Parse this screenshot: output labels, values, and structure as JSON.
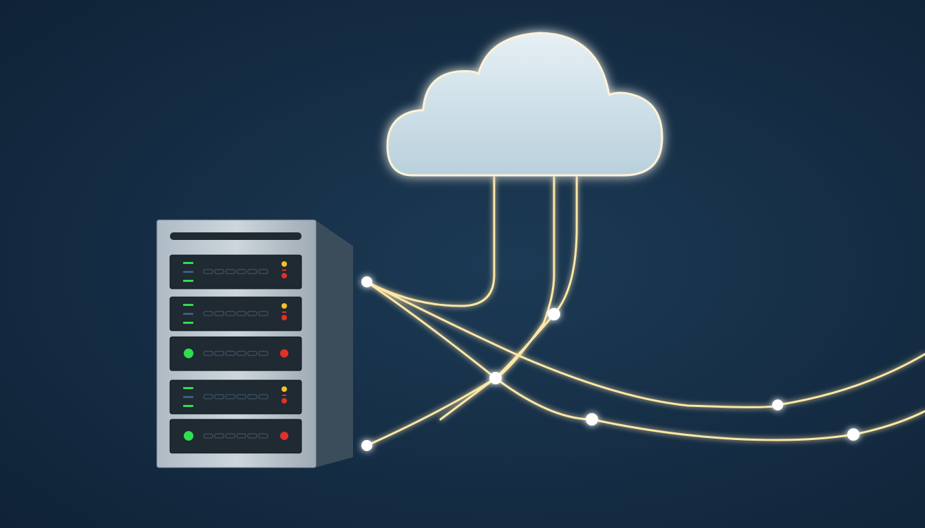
{
  "scene": {
    "background": {
      "center": "#1c3a55",
      "edge": "#0f2236"
    },
    "cloud": {
      "fill": "#d3e4ee",
      "glow": "#fff3d6"
    },
    "server": {
      "front": "#c2ccd4",
      "side": "#3b4d5b",
      "slot": "#1f2a33",
      "units": [
        {
          "indicator": "bars",
          "status": [
            "#f6c026",
            "#e0302a"
          ]
        },
        {
          "indicator": "bars",
          "status": [
            "#f6c026",
            "#e0302a"
          ]
        },
        {
          "indicator": "dot",
          "status": [
            "#e0302a"
          ]
        },
        {
          "indicator": "bars",
          "status": [
            "#f6c026",
            "#e0302a"
          ]
        },
        {
          "indicator": "dot",
          "status": [
            "#e0302a"
          ]
        }
      ],
      "led_green": "#2ee04f"
    },
    "cables": {
      "color": "#ffe7a6",
      "glow": "#ffb638",
      "node": "#ffffff"
    }
  }
}
